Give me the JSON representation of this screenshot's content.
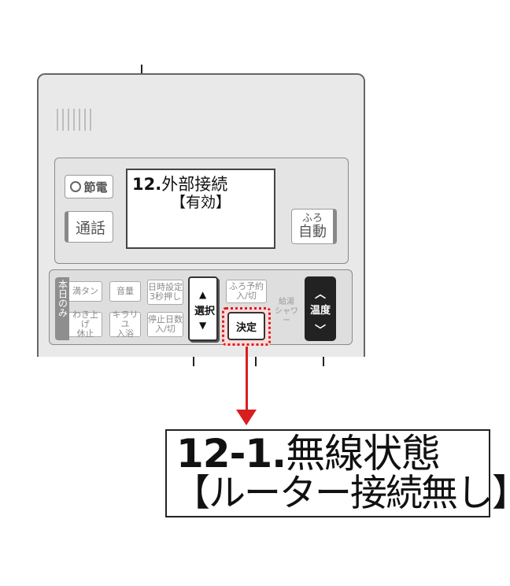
{
  "remote": {
    "lcd_line1_num": "12.",
    "lcd_line1_text": "外部接続",
    "lcd_line2": "【有効】",
    "buttons": {
      "setsuden": "節電",
      "tsuwa": "通話",
      "furo_jido_1": "ふろ",
      "furo_jido_2": "自動",
      "honjitsu": "本日のみ",
      "mantan": "満タン",
      "onryo": "音量",
      "nichiji_1": "日時設定",
      "nichiji_2": "3秒押し",
      "furo_yoyaku_1": "ふろ予約",
      "furo_yoyaku_2": "入/切",
      "wakiage_1": "わき上げ",
      "wakiage_2": "休止",
      "kiraryu_1": "キラリユ",
      "kiraryu_2": "入浴",
      "teishi_1": "停止日数",
      "teishi_2": "入/切",
      "sentaku": "選択",
      "kettei": "決定",
      "kyuto_1": "給湯",
      "kyuto_2": "シャワー",
      "ondo": "温度"
    }
  },
  "result": {
    "line1_num": "12-1.",
    "line1_text": "無線状態",
    "line2": "【ルーター接続無し】"
  },
  "colors": {
    "highlight": "#d81e1e",
    "arrow": "#d81e1e"
  },
  "icons": [
    "triangle-up-icon",
    "triangle-down-icon",
    "chevron-up-icon",
    "chevron-down-icon",
    "eco-dot-icon"
  ]
}
